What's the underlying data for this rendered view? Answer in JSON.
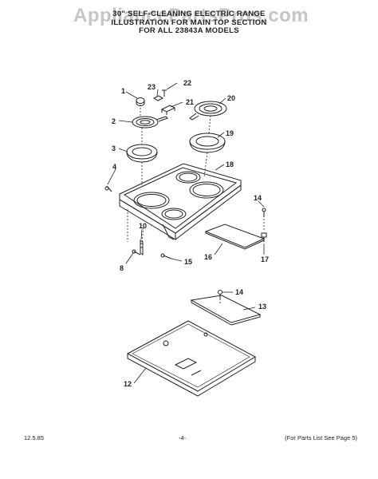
{
  "watermark": "AppliancePartsPros.com",
  "header": {
    "line1": "30\" SELF-CLEANING ELECTRIC RANGE",
    "line2": "ILLUSTRATION FOR MAIN TOP SECTION",
    "line3": "FOR ALL 23843A MODELS"
  },
  "callouts": {
    "c1": "1",
    "c2": "2",
    "c3": "3",
    "c4": "4",
    "c8": "8",
    "c10": "10",
    "c12": "12",
    "c13": "13",
    "c14a": "14",
    "c14b": "14",
    "c15": "15",
    "c16": "16",
    "c17": "17",
    "c18": "18",
    "c19": "19",
    "c20": "20",
    "c21": "21",
    "c22": "22",
    "c23": "23"
  },
  "footer": {
    "date": "12.5.85",
    "page": "-4-",
    "note": "(For Parts List See Page 5)"
  }
}
